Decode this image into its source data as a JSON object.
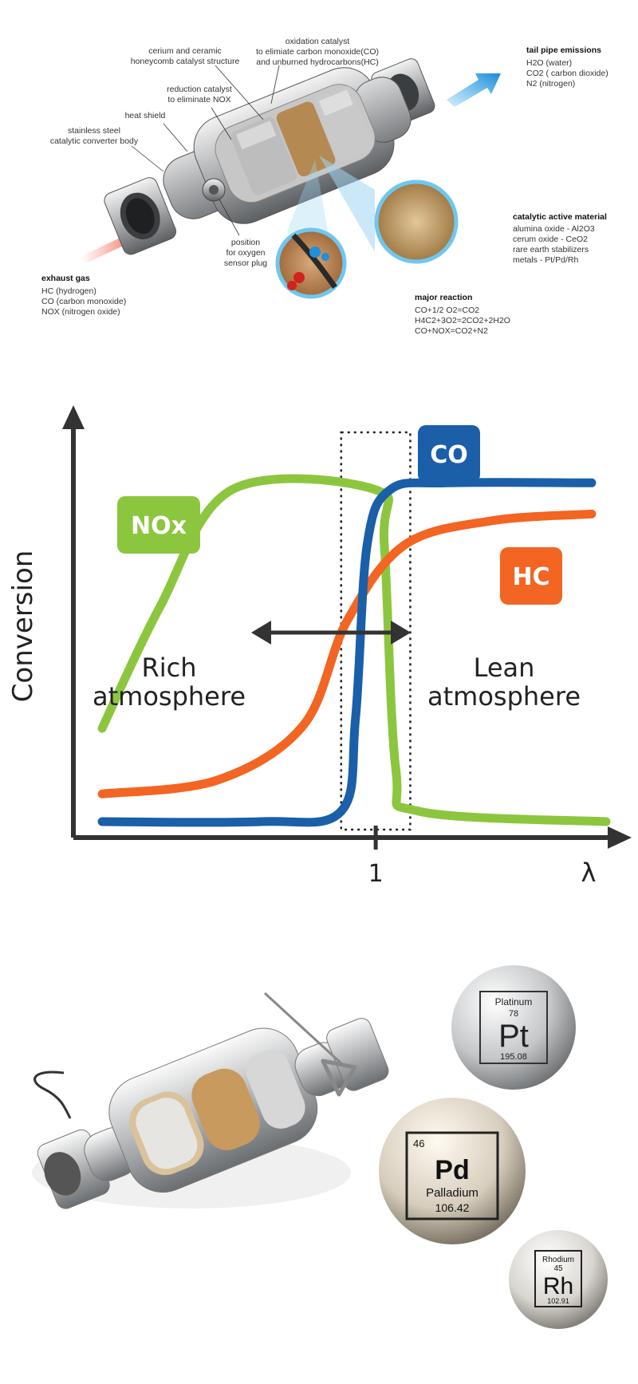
{
  "converter": {
    "callouts": {
      "cerium": [
        "cerium and ceramic",
        "honeycomb catalyst structure"
      ],
      "oxidation": [
        "oxidation catalyst",
        "to elimiate carbon monoxide(CO)",
        "and unburned hydrocarbons(HC)"
      ],
      "reduction": [
        "reduction catalyst",
        "to eliminate NOX"
      ],
      "heat_shield": "heat shield",
      "body": [
        "stainless steel",
        "catalytic converter body"
      ],
      "sensor": [
        "position",
        "for oxygen",
        "sensor plug"
      ]
    },
    "exhaust": {
      "title": "exhaust gas",
      "items": [
        "HC (hydrogen)",
        "CO (carbon monoxide)",
        "NOX (nitrogen oxide)"
      ]
    },
    "tailpipe": {
      "title": "tail pipe emissions",
      "items": [
        "H2O (water)",
        "CO2 ( carbon dioxide)",
        "N2 (nitrogen)"
      ]
    },
    "active": {
      "title": "catalytic active material",
      "items": [
        "alumina oxide - Al2O3",
        "cerum oxide - CeO2",
        "rare earth stabilizers",
        "metals - Pt/Pd/Rh"
      ]
    },
    "reaction": {
      "title": "major reaction",
      "items": [
        "CO+1/2 O2=CO2",
        "H4C2+3O2=2CO2+2H2O",
        "CO+NOX=CO2+N2"
      ]
    }
  },
  "chart_data": {
    "type": "line",
    "ylabel": "Conversion",
    "xlabel": "λ",
    "x_ticks": [
      "1"
    ],
    "regions": {
      "rich": [
        "Rich",
        "atmosphere"
      ],
      "lean": [
        "Lean",
        "atmosphere"
      ]
    },
    "series": [
      {
        "name": "NOx",
        "color": "#8cc63f",
        "points": [
          [
            0.05,
            0.27
          ],
          [
            0.25,
            0.62
          ],
          [
            0.5,
            0.96
          ],
          [
            1.0,
            0.96
          ],
          [
            1.03,
            0.8
          ],
          [
            1.07,
            0.15
          ],
          [
            1.15,
            0.03
          ],
          [
            1.8,
            0.0
          ]
        ]
      },
      {
        "name": "CO",
        "color": "#1a5fa8",
        "points": [
          [
            0.05,
            0.0
          ],
          [
            0.6,
            0.0
          ],
          [
            0.88,
            0.03
          ],
          [
            0.93,
            0.3
          ],
          [
            0.97,
            0.8
          ],
          [
            1.05,
            0.96
          ],
          [
            1.25,
            0.98
          ],
          [
            1.75,
            0.98
          ]
        ]
      },
      {
        "name": "HC",
        "color": "#f26522",
        "points": [
          [
            0.05,
            0.08
          ],
          [
            0.45,
            0.12
          ],
          [
            0.75,
            0.28
          ],
          [
            0.9,
            0.58
          ],
          [
            1.1,
            0.8
          ],
          [
            1.4,
            0.87
          ],
          [
            1.75,
            0.89
          ]
        ]
      }
    ],
    "window": [
      0.88,
      1.12
    ],
    "xlim": [
      0,
      1.8
    ],
    "ylim": [
      0,
      1.05
    ]
  },
  "elements": [
    {
      "symbol": "Pt",
      "name": "Platinum",
      "number": "78",
      "mass": "195.08"
    },
    {
      "symbol": "Pd",
      "name": "Palladium",
      "number": "46",
      "mass": "106.42"
    },
    {
      "symbol": "Rh",
      "name": "Rhodium",
      "number": "45",
      "mass": "102.91"
    }
  ],
  "colors": {
    "nox": "#8cc63f",
    "co": "#1a5fa8",
    "hc": "#f26522",
    "axis": "#333333"
  }
}
